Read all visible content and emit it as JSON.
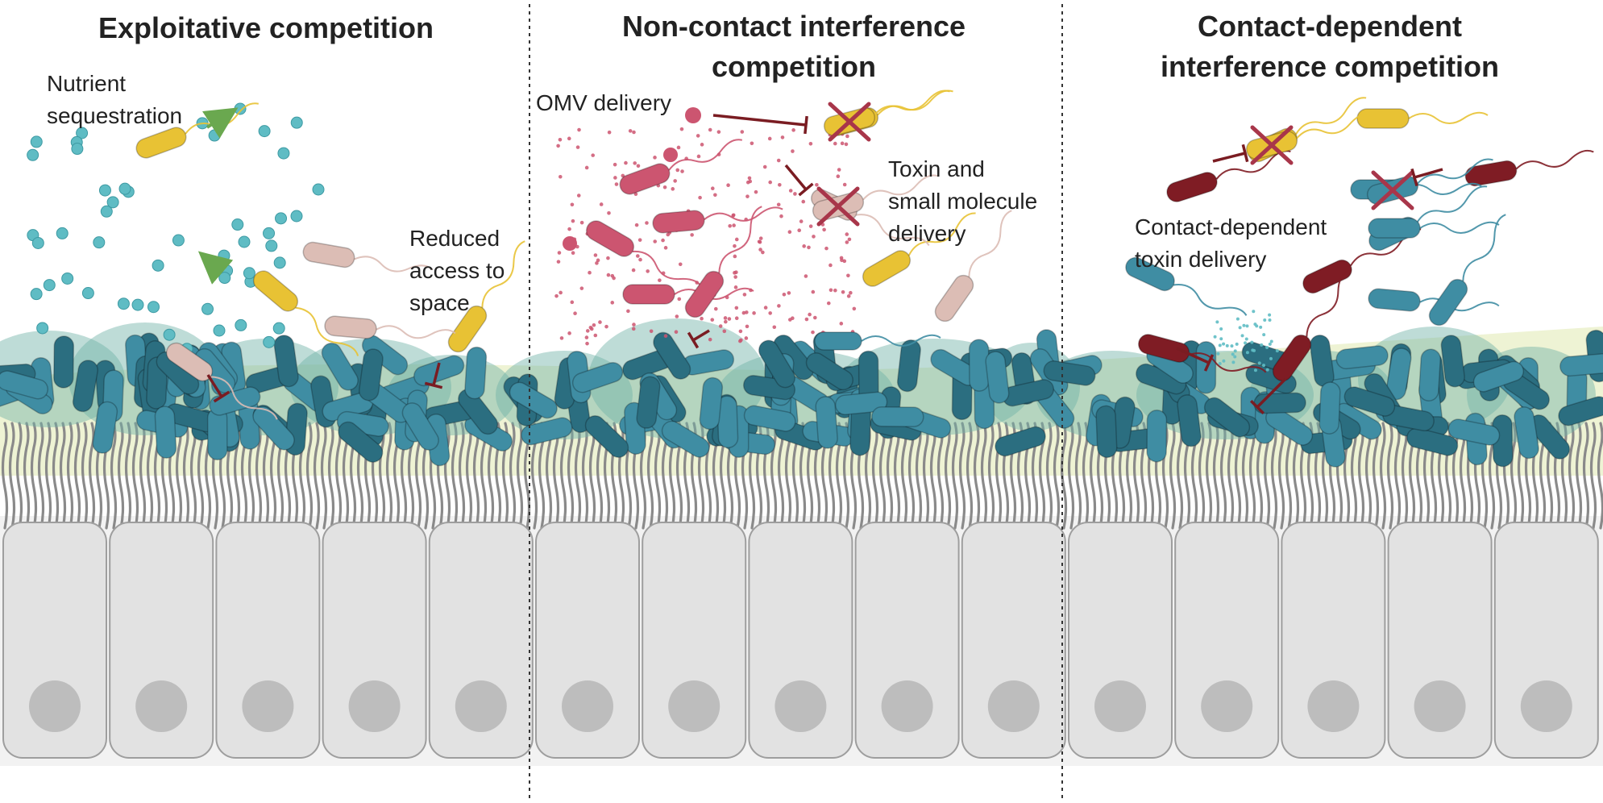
{
  "panels": [
    {
      "title_lines": [
        "Exploitative competition"
      ],
      "labels": [
        {
          "lines": [
            "Nutrient",
            "sequestration"
          ]
        },
        {
          "lines": [
            "Reduced",
            "access to",
            "space"
          ]
        }
      ]
    },
    {
      "title_lines": [
        "Non-contact interference",
        "competition"
      ],
      "labels": [
        {
          "lines": [
            "OMV delivery"
          ]
        },
        {
          "lines": [
            "Toxin and",
            "small molecule",
            "delivery"
          ]
        }
      ]
    },
    {
      "title_lines": [
        "Contact-dependent",
        "interference competition"
      ],
      "labels": [
        {
          "lines": [
            "Contact-dependent",
            "toxin delivery"
          ]
        }
      ]
    }
  ],
  "colors": {
    "commensal": "#3f8da3",
    "commensal_dark": "#2b6e80",
    "biofilm_halo": "#6fb2a6",
    "mucus": "#eef3d4",
    "microvilli": "#8a8a8a",
    "epithelial_cell": "#e2e2e2",
    "nucleus": "#bdbdbd",
    "nutrient": "#5fbcc4",
    "competitor_yellow": "#e8c234",
    "competitor_beige": "#dcbdb5",
    "competitor_pink": "#cc5570",
    "competitor_maroon": "#7f1c24",
    "inhibition": "#7a1c22",
    "uptake_arrow": "#6aa84f"
  },
  "icons": [
    "nutrient-particle-icon",
    "omv-vesicle-icon",
    "bacterium-icon",
    "inhibition-bar-icon",
    "killed-cross-icon",
    "uptake-arrow-icon"
  ]
}
